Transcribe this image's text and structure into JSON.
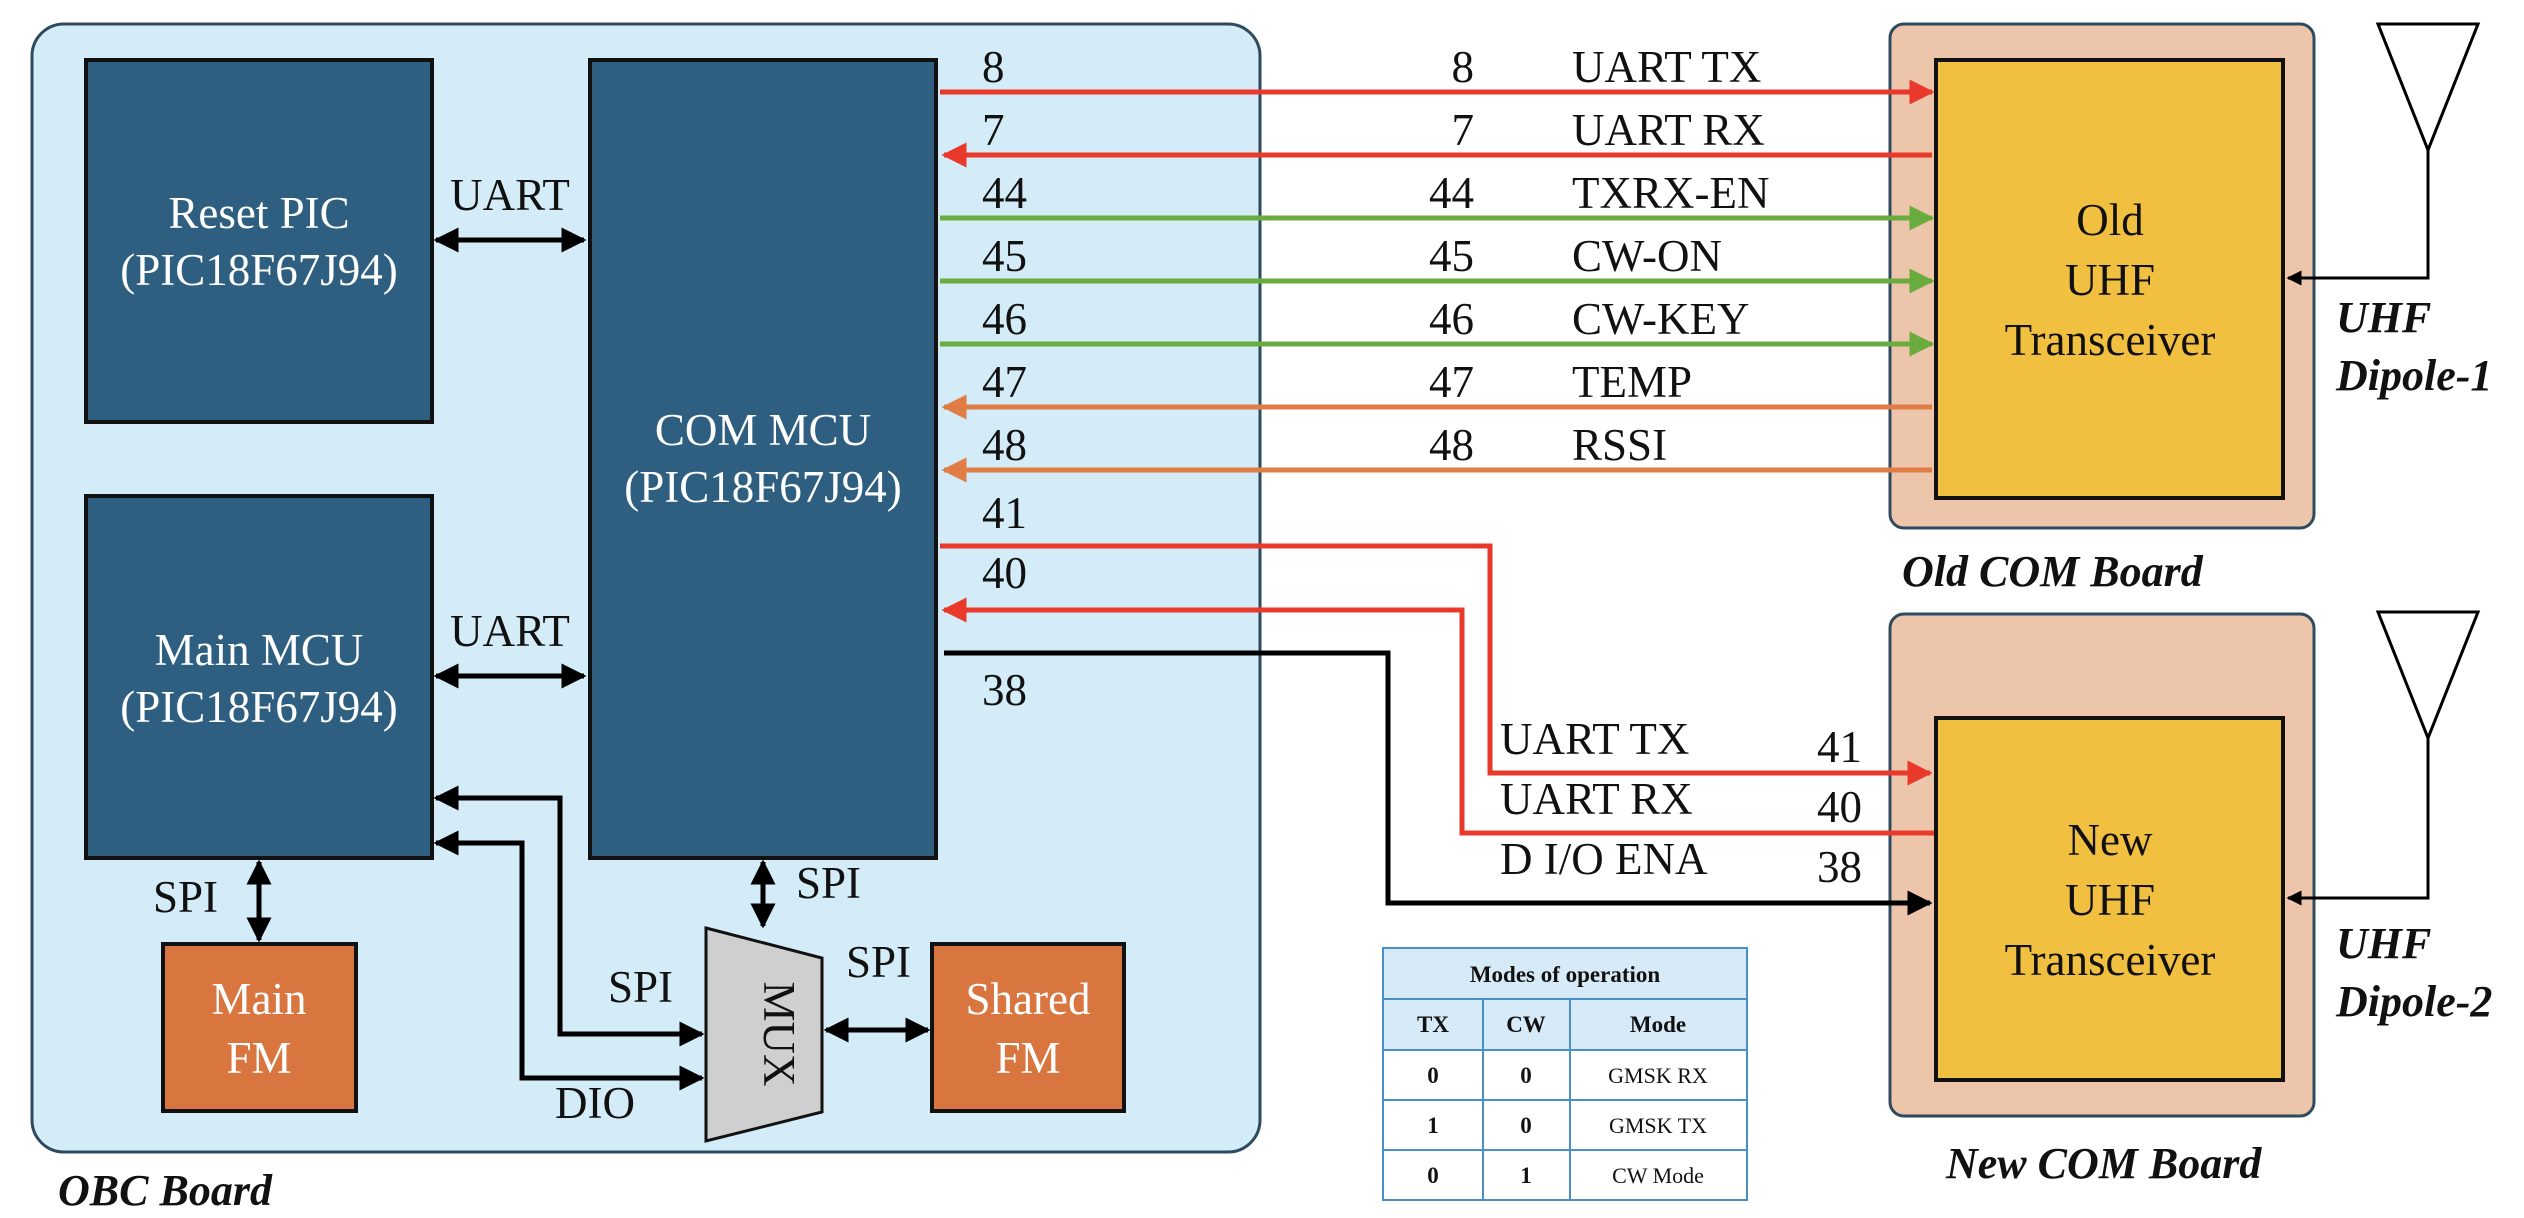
{
  "colors": {
    "obc_bg": "#d3ecf8",
    "obc_border": "#2e4a5e",
    "block_blue": "#2f5f80",
    "block_orange": "#d97640",
    "com_board_bg": "#edc5ab",
    "transceiver_yellow": "#f2c041",
    "mux_gray": "#cfcfcf",
    "uart_red": "#e8392b",
    "ctrl_green": "#6aab3d",
    "analog_orange": "#e07d45",
    "black": "#000000",
    "table_header": "#d6eaf8",
    "table_border": "#4a90c8"
  },
  "obc_board": {
    "label": "OBC Board",
    "reset_pic": {
      "line1": "Reset PIC",
      "line2": "(PIC18F67J94)"
    },
    "com_mcu": {
      "line1": "COM MCU",
      "line2": "(PIC18F67J94)"
    },
    "main_mcu": {
      "line1": "Main MCU",
      "line2": "(PIC18F67J94)"
    },
    "main_fm": {
      "line1": "Main",
      "line2": "FM"
    },
    "shared_fm": {
      "line1": "Shared",
      "line2": "FM"
    },
    "mux": "MUX",
    "links": {
      "reset_uart": "UART",
      "main_uart": "UART",
      "spi_main_fm": "SPI",
      "spi_com_mux": "SPI",
      "spi_main_mux": "SPI",
      "spi_mux_shared": "SPI",
      "dio": "DIO"
    }
  },
  "old_com_board": {
    "label": "Old COM Board",
    "transceiver": {
      "line1": "Old",
      "line2": "UHF",
      "line3": "Transceiver"
    },
    "antenna": {
      "line1": "UHF",
      "line2": "Dipole-1"
    }
  },
  "new_com_board": {
    "label": "New COM Board",
    "transceiver": {
      "line1": "New",
      "line2": "UHF",
      "line3": "Transceiver"
    },
    "antenna": {
      "line1": "UHF",
      "line2": "Dipole-2"
    }
  },
  "old_signals": [
    {
      "pin_left": "8",
      "pin_right": "8",
      "name": "UART TX",
      "color": "#e8392b",
      "direction": "to-transceiver"
    },
    {
      "pin_left": "7",
      "pin_right": "7",
      "name": "UART RX",
      "color": "#e8392b",
      "direction": "to-mcu"
    },
    {
      "pin_left": "44",
      "pin_right": "44",
      "name": "TXRX-EN",
      "color": "#6aab3d",
      "direction": "to-transceiver"
    },
    {
      "pin_left": "45",
      "pin_right": "45",
      "name": "CW-ON",
      "color": "#6aab3d",
      "direction": "to-transceiver"
    },
    {
      "pin_left": "46",
      "pin_right": "46",
      "name": "CW-KEY",
      "color": "#6aab3d",
      "direction": "to-transceiver"
    },
    {
      "pin_left": "47",
      "pin_right": "47",
      "name": "TEMP",
      "color": "#e07d45",
      "direction": "to-mcu"
    },
    {
      "pin_left": "48",
      "pin_right": "48",
      "name": "RSSI",
      "color": "#e07d45",
      "direction": "to-mcu"
    }
  ],
  "new_signals": [
    {
      "pin_left": "41",
      "pin_right": "41",
      "name": "UART TX",
      "color": "#e8392b",
      "direction": "to-transceiver"
    },
    {
      "pin_left": "40",
      "pin_right": "40",
      "name": "UART RX",
      "color": "#e8392b",
      "direction": "to-mcu"
    },
    {
      "pin_left": "38",
      "pin_right": "38",
      "name": "D I/O ENA",
      "color": "#000000",
      "direction": "to-transceiver"
    }
  ],
  "modes_table": {
    "title": "Modes of operation",
    "headers": [
      "TX",
      "CW",
      "Mode"
    ],
    "rows": [
      [
        "0",
        "0",
        "GMSK RX"
      ],
      [
        "1",
        "0",
        "GMSK TX"
      ],
      [
        "0",
        "1",
        "CW Mode"
      ]
    ]
  }
}
